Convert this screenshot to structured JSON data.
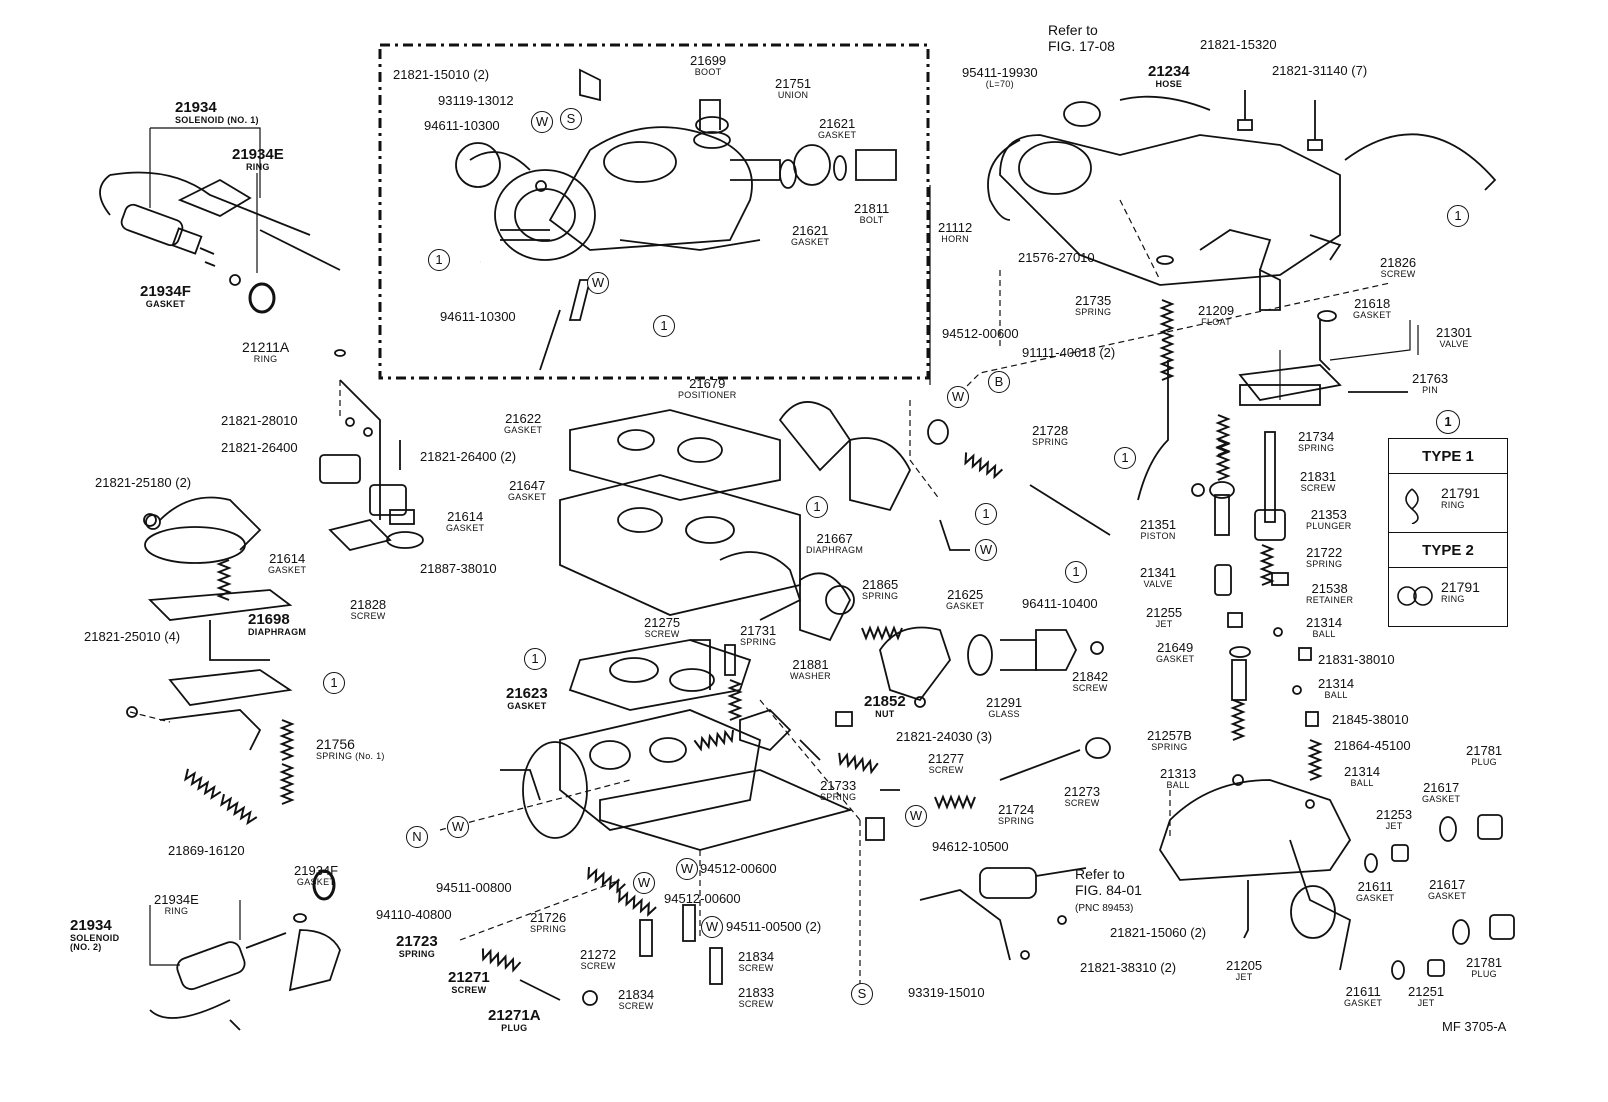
{
  "figure_code": "MF 3705-A",
  "refs": [
    {
      "line1": "Refer to",
      "line2": "FIG. 17-08",
      "line3": ""
    },
    {
      "line1": "Refer to",
      "line2": "FIG. 84-01",
      "line3": "(PNC 89453)"
    }
  ],
  "legend": {
    "title": "1",
    "type1": "TYPE 1",
    "type2": "TYPE 2",
    "ring_num": "21791",
    "ring_name": "RING"
  },
  "markers": {
    "one": "1",
    "W": "W",
    "S": "S",
    "B": "B",
    "N": "N"
  },
  "labels": [
    {
      "num": "21934",
      "name": "SOLENOID (NO. 1)"
    },
    {
      "num": "21934E",
      "name": "RING"
    },
    {
      "num": "21934F",
      "name": "GASKET"
    },
    {
      "num": "21211A",
      "name": "RING"
    },
    {
      "num": "21821-28010",
      "name": ""
    },
    {
      "num": "21821-26400",
      "name": ""
    },
    {
      "num": "21821-26400 (2)",
      "name": ""
    },
    {
      "num": "21821-25180 (2)",
      "name": ""
    },
    {
      "num": "21614",
      "name": "GASKET"
    },
    {
      "num": "21614",
      "name": "GASKET"
    },
    {
      "num": "21698",
      "name": "DIAPHRAGM"
    },
    {
      "num": "21821-25010 (4)",
      "name": ""
    },
    {
      "num": "21756",
      "name": "SPRING (No. 1)"
    },
    {
      "num": "21869-16120",
      "name": ""
    },
    {
      "num": "21934F",
      "name": "GASKET"
    },
    {
      "num": "21934E",
      "name": "RING"
    },
    {
      "num": "21934",
      "name": "SOLENOID (NO. 2)"
    },
    {
      "num": "21821-15010 (2)",
      "name": ""
    },
    {
      "num": "93119-13012",
      "name": ""
    },
    {
      "num": "94611-10300",
      "name": ""
    },
    {
      "num": "94611-10300",
      "name": ""
    },
    {
      "num": "21699",
      "name": "BOOT"
    },
    {
      "num": "21751",
      "name": "UNION"
    },
    {
      "num": "21621",
      "name": "GASKET"
    },
    {
      "num": "21621",
      "name": "GASKET"
    },
    {
      "num": "21811",
      "name": "BOLT"
    },
    {
      "num": "21112",
      "name": "HORN"
    },
    {
      "num": "95411-19930",
      "name": "(L=70)"
    },
    {
      "num": "21234",
      "name": "HOSE"
    },
    {
      "num": "21821-15320",
      "name": ""
    },
    {
      "num": "21821-31140 (7)",
      "name": ""
    },
    {
      "num": "21576-27010",
      "name": ""
    },
    {
      "num": "21826",
      "name": "SCREW"
    },
    {
      "num": "21735",
      "name": "SPRING"
    },
    {
      "num": "21209",
      "name": "FLOAT"
    },
    {
      "num": "21618",
      "name": "GASKET"
    },
    {
      "num": "21301",
      "name": "VALVE"
    },
    {
      "num": "21763",
      "name": "PIN"
    },
    {
      "num": "94512-00600",
      "name": ""
    },
    {
      "num": "91111-40618 (2)",
      "name": ""
    },
    {
      "num": "21679",
      "name": "POSITIONER"
    },
    {
      "num": "21622",
      "name": "GASKET"
    },
    {
      "num": "21647",
      "name": "GASKET"
    },
    {
      "num": "21728",
      "name": "SPRING"
    },
    {
      "num": "21734",
      "name": "SPRING"
    },
    {
      "num": "21831",
      "name": "SCREW"
    },
    {
      "num": "21353",
      "name": "PLUNGER"
    },
    {
      "num": "21351",
      "name": "PISTON"
    },
    {
      "num": "21722",
      "name": "SPRING"
    },
    {
      "num": "21341",
      "name": "VALVE"
    },
    {
      "num": "21538",
      "name": "RETAINER"
    },
    {
      "num": "21887-38010",
      "name": ""
    },
    {
      "num": "21667",
      "name": "DIAPHRAGM"
    },
    {
      "num": "21865",
      "name": "SPRING"
    },
    {
      "num": "21625",
      "name": "GASKET"
    },
    {
      "num": "96411-10400",
      "name": ""
    },
    {
      "num": "21255",
      "name": "JET"
    },
    {
      "num": "21314",
      "name": "BALL"
    },
    {
      "num": "21828",
      "name": "SCREW"
    },
    {
      "num": "21275",
      "name": "SCREW"
    },
    {
      "num": "21731",
      "name": "SPRING"
    },
    {
      "num": "21649",
      "name": "GASKET"
    },
    {
      "num": "21831-38010",
      "name": ""
    },
    {
      "num": "21623",
      "name": "GASKET"
    },
    {
      "num": "21881",
      "name": "WASHER"
    },
    {
      "num": "21852",
      "name": "NUT"
    },
    {
      "num": "21842",
      "name": "SCREW"
    },
    {
      "num": "21314",
      "name": "BALL"
    },
    {
      "num": "21291",
      "name": "GLASS"
    },
    {
      "num": "21845-38010",
      "name": ""
    },
    {
      "num": "21821-24030 (3)",
      "name": ""
    },
    {
      "num": "21257B",
      "name": "SPRING"
    },
    {
      "num": "21864-45100",
      "name": ""
    },
    {
      "num": "21277",
      "name": "SCREW"
    },
    {
      "num": "21733",
      "name": "SPRING"
    },
    {
      "num": "21273",
      "name": "SCREW"
    },
    {
      "num": "21313",
      "name": "BALL"
    },
    {
      "num": "21314",
      "name": "BALL"
    },
    {
      "num": "21781",
      "name": "PLUG"
    },
    {
      "num": "21724",
      "name": "SPRING"
    },
    {
      "num": "21617",
      "name": "GASKET"
    },
    {
      "num": "94612-10500",
      "name": ""
    },
    {
      "num": "21253",
      "name": "JET"
    },
    {
      "num": "94511-00800",
      "name": ""
    },
    {
      "num": "94512-00600",
      "name": ""
    },
    {
      "num": "94512-00600",
      "name": ""
    },
    {
      "num": "21611",
      "name": "GASKET"
    },
    {
      "num": "21617",
      "name": "GASKET"
    },
    {
      "num": "94110-40800",
      "name": ""
    },
    {
      "num": "21726",
      "name": "SPRING"
    },
    {
      "num": "21272",
      "name": "SCREW"
    },
    {
      "num": "94511-00500 (2)",
      "name": ""
    },
    {
      "num": "21821-15060 (2)",
      "name": ""
    },
    {
      "num": "21723",
      "name": "SPRING"
    },
    {
      "num": "21834",
      "name": "SCREW"
    },
    {
      "num": "21271",
      "name": "SCREW"
    },
    {
      "num": "21834",
      "name": "SCREW"
    },
    {
      "num": "21833",
      "name": "SCREW"
    },
    {
      "num": "21821-38310 (2)",
      "name": ""
    },
    {
      "num": "21205",
      "name": "JET"
    },
    {
      "num": "93319-15010",
      "name": ""
    },
    {
      "num": "21781",
      "name": "PLUG"
    },
    {
      "num": "21271A",
      "name": "PLUG"
    },
    {
      "num": "21611",
      "name": "GASKET"
    },
    {
      "num": "21251",
      "name": "JET"
    }
  ]
}
